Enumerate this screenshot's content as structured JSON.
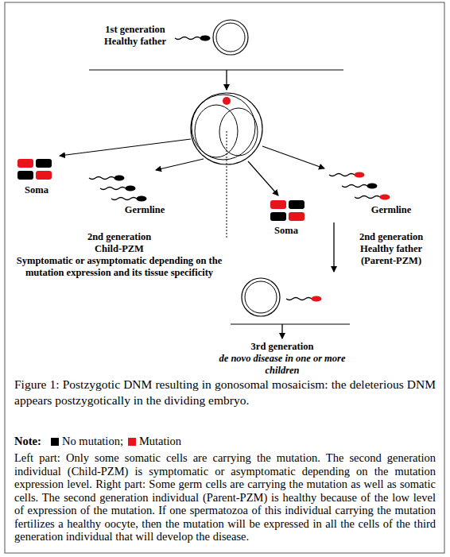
{
  "diagram": {
    "caption": "Figure 1: Postzygotic DNM resulting in gonosomal mosaicism: the deleterious DNM appears postzygotically in the dividing embryo.",
    "labels": [
      "1st generation",
      "Healthy father",
      "Soma",
      "Germline",
      "Soma",
      "Germline",
      "2nd generation",
      "Child-PZM",
      "Symptomatic or asymptomatic depending on the mutation expression and its tissue specificity",
      "2nd generation",
      "Healthy father",
      "(Parent-PZM)",
      "3rd generation",
      "de novo disease in one or more children",
      "Note:",
      "Left part: Only some somatic cells are carrying the mutation. The second generation individual (Child-PZM) is symptomatic or asymptomatic depending on the mutation expression level. Right part: Some germ cells are carrying the mutation as well as somatic cells. The second generation individual (Parent-PZM) is healthy because of the low level of expression of the mutation. If one spermatozoa of this individual carrying the mutation fertilizes a healthy oocyte, then the mutation will be expressed in all the cells of the third generation individual that will develop the disease."
    ],
    "legend": [
      {
        "text": "No mutation;",
        "color": "#000000"
      },
      {
        "text": "Mutation",
        "color": "#e8131b"
      }
    ]
  }
}
